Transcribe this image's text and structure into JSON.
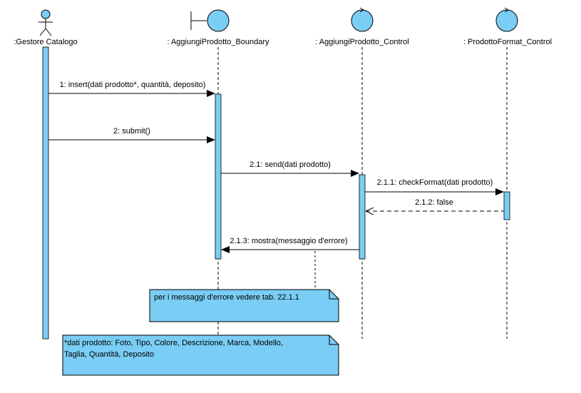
{
  "colors": {
    "fill": "#7ACDF4",
    "stroke": "#000000",
    "activation_stroke": "#5a8fb0"
  },
  "lifelines": {
    "actor": {
      "name": ":Gestore Catalogo",
      "kind": "actor-icon"
    },
    "boundary": {
      "name": ": AggiungiProdotto_Boundary",
      "kind": "boundary-icon"
    },
    "control1": {
      "name": ": AggiungiProdotto_Control",
      "kind": "control-icon"
    },
    "control2": {
      "name": ": ProdottoFormat_Control",
      "kind": "control-icon"
    }
  },
  "messages": {
    "m1": "1: insert(dati prodotto*, quantità, deposito)",
    "m2": "2: submit()",
    "m3": "2.1: send(dati prodotto)",
    "m4": "2.1.1: checkFormat(dati prodotto)",
    "m5": "2.1.2: false",
    "m6": "2.1.3: mostra(messaggio d'errore)"
  },
  "notes": {
    "n1": "per i messaggi d'errore vedere tab. 22.1.1",
    "n2_line1": "*dati prodotto: Foto, Tipo, Colore, Descrizione, Marca, Modello,",
    "n2_line2": "Taglia, Quantità, Deposito"
  }
}
